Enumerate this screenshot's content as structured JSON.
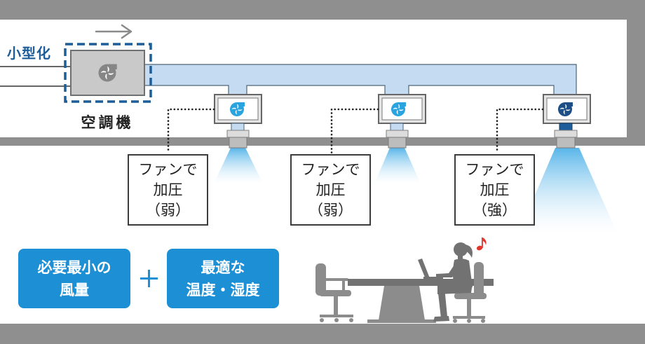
{
  "labels": {
    "downsizing": "小型化",
    "air_handler": "空調機"
  },
  "fan_units": [
    {
      "lines": [
        "ファンで",
        "加圧",
        "（弱）"
      ],
      "fan_color": "#2aa4df"
    },
    {
      "lines": [
        "ファンで",
        "加圧",
        "（弱）"
      ],
      "fan_color": "#2aa4df"
    },
    {
      "lines": [
        "ファンで",
        "加圧",
        "（強）"
      ],
      "fan_color": "#1d4f86"
    }
  ],
  "benefits": [
    {
      "lines": [
        "必要最小の",
        "風量"
      ]
    },
    {
      "lines": [
        "最適な",
        "温度・湿度"
      ]
    }
  ],
  "icons": {
    "flow_direction": "arrow-right-icon",
    "air_handler_fan": "blower-fan-icon",
    "unit_fan": "blower-fan-icon",
    "combine": "plus-icon",
    "mood": "music-note-icon"
  },
  "colors": {
    "brand_blue": "#1d8fd5",
    "navy": "#1c5d9a",
    "duct": "#c4dbf1",
    "frame": "#8f8f8f",
    "note": "#e3342b",
    "silhouette": "#8c8c8c"
  }
}
